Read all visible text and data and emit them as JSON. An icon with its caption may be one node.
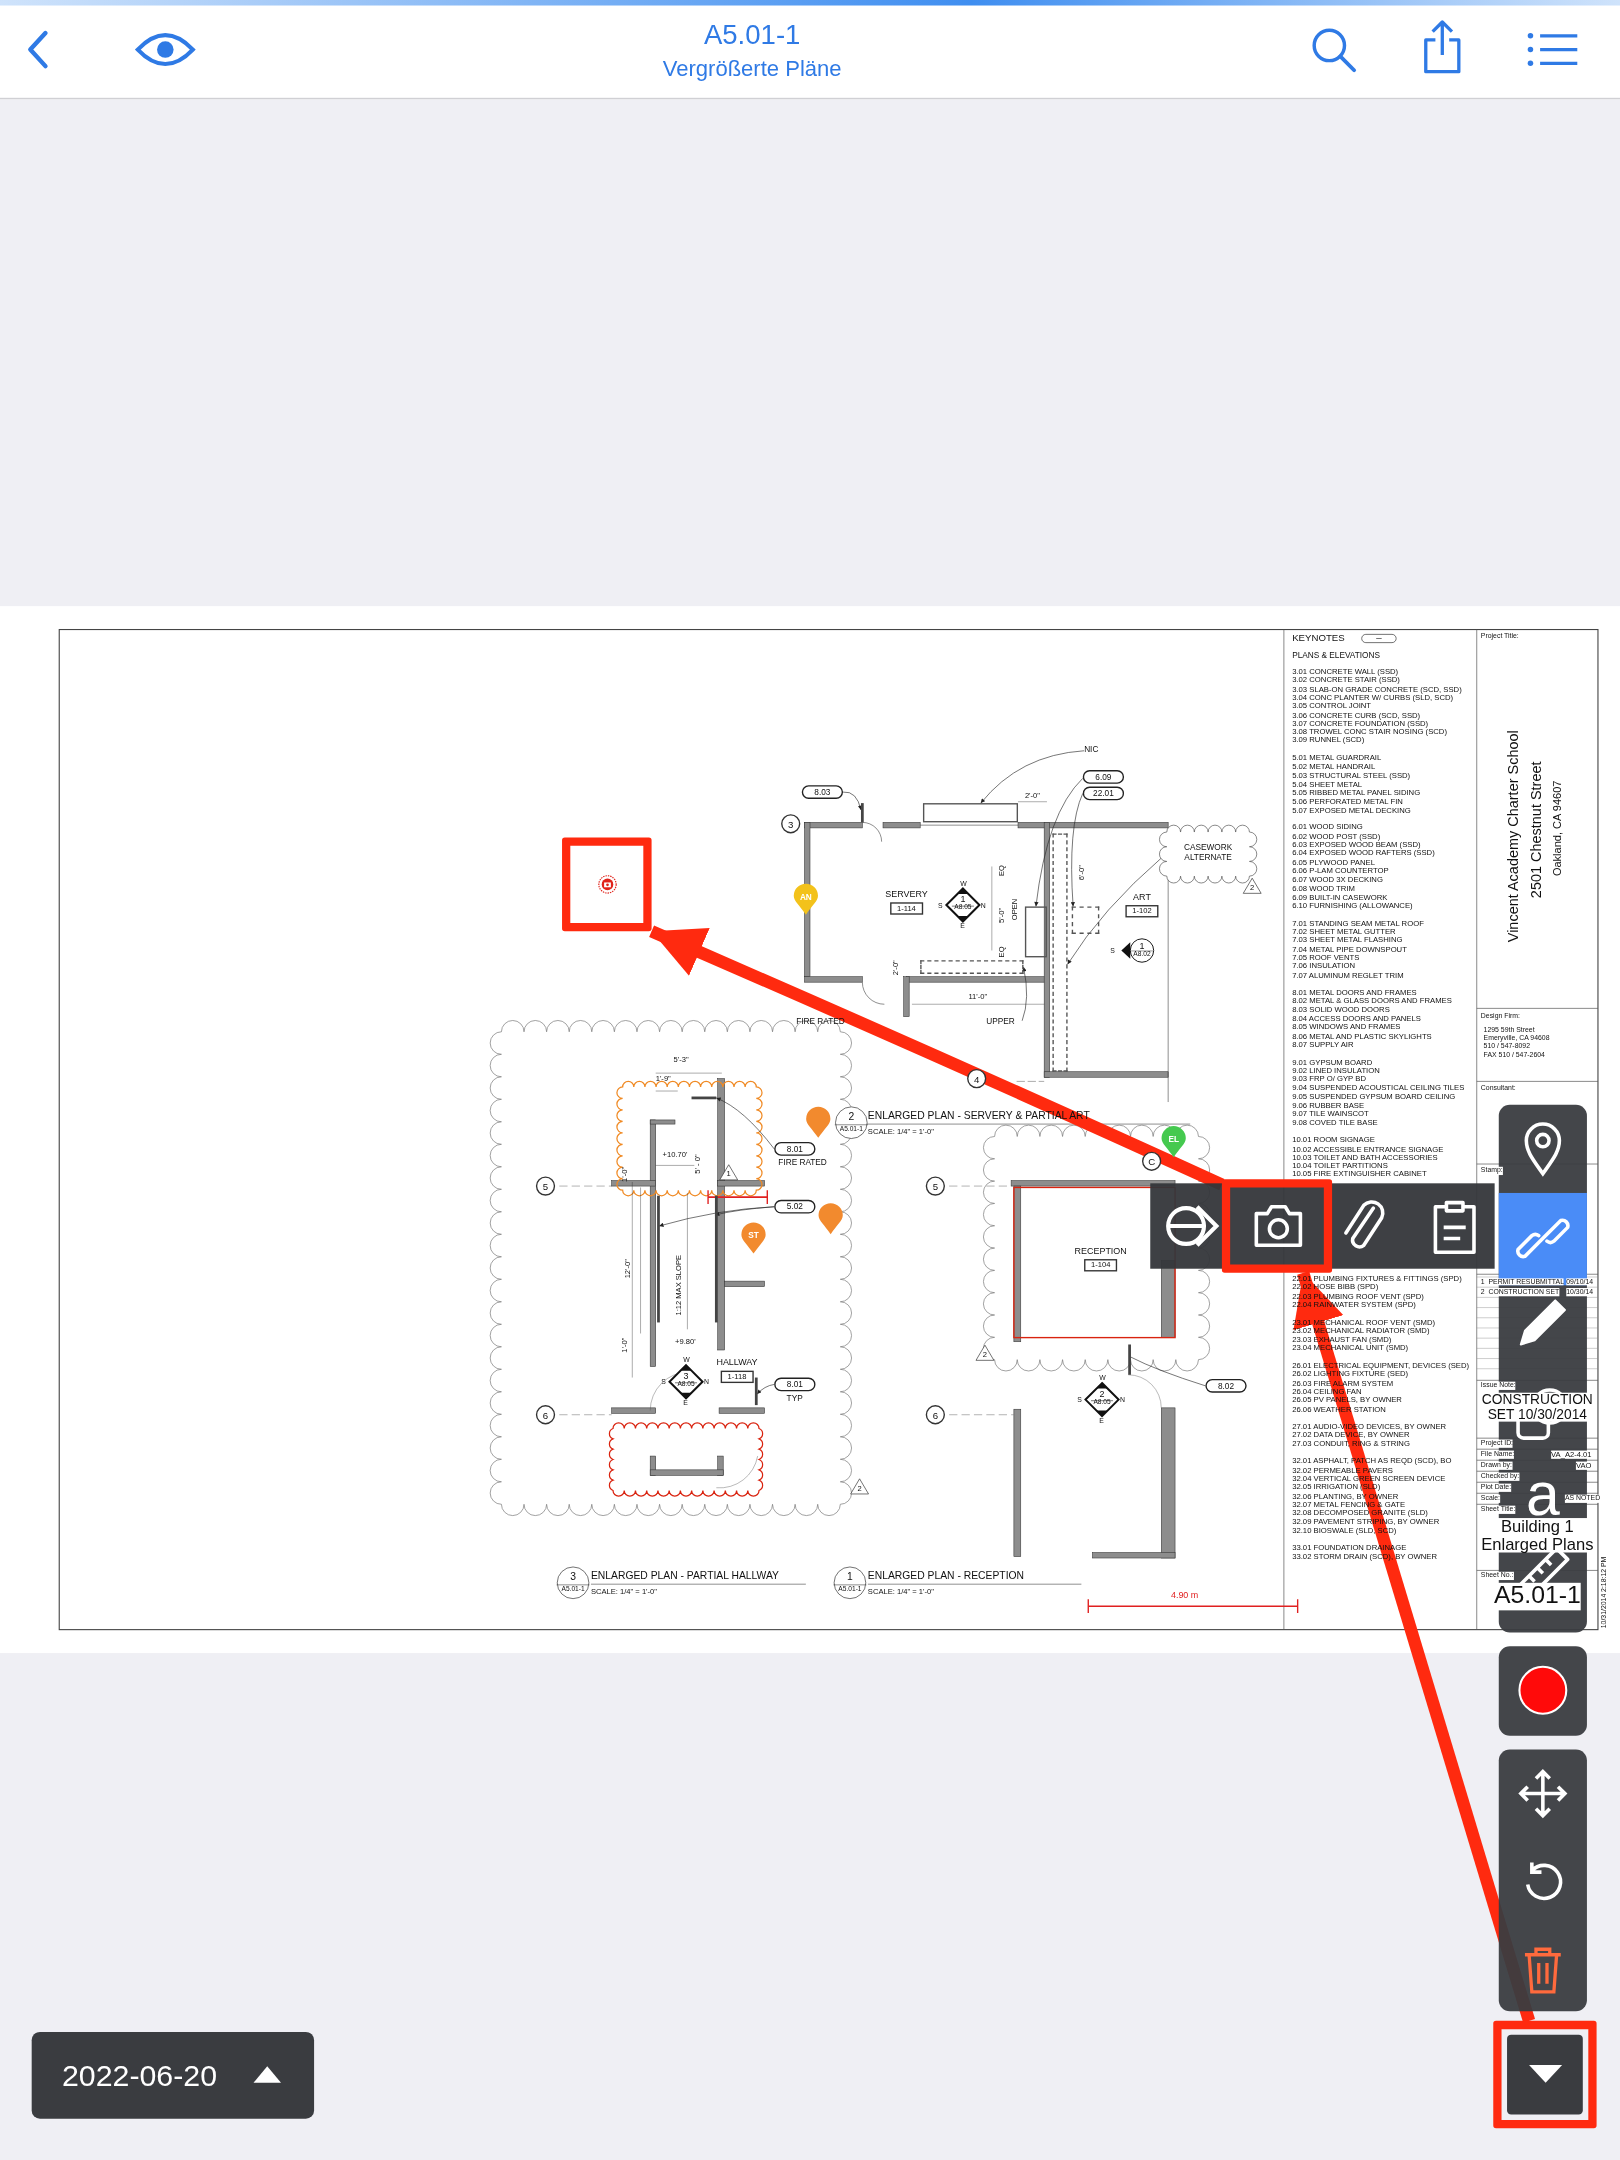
{
  "diagram": {
    "nodes": [
      {
        "text": [],
        "shape": "box"
      },
      {
        "text": [],
        "shape": "box"
      },
      {
        "text": [],
        "shape": "box"
      },
      {
        "text": [
          "8.03"
        ]
      },
      {
        "text": [
          "NIC"
        ]
      },
      {
        "text": [
          "6.09"
        ]
      },
      {
        "text": [
          "22.01"
        ]
      },
      {
        "text": [
          "3"
        ]
      },
      {
        "text": [
          "AN"
        ]
      },
      {
        "text": [
          "SERVERY",
          "1-114"
        ]
      },
      {
        "text": [
          "1",
          "A8.05"
        ],
        "beside": [
          "W",
          "S",
          "N",
          "E"
        ]
      },
      {
        "text": [
          "ART",
          "1-102"
        ]
      },
      {
        "text": [
          "1",
          "A8.02"
        ],
        "beside": [
          "S"
        ]
      },
      {
        "text": [
          "CASEWORK ALTERNATE"
        ]
      },
      {
        "text": [
          "2"
        ]
      },
      {
        "text": [
          "UPPER"
        ]
      },
      {
        "text": [
          "4"
        ]
      },
      {
        "text": [
          "2",
          "A5.01-1"
        ]
      },
      {
        "text": [],
        "shape": "pin"
      },
      {
        "text": [
          "5"
        ]
      },
      {
        "text": [
          "8.01"
        ],
        "beside": [
          "FIRE RATED"
        ]
      },
      {
        "text": [
          "1"
        ]
      },
      {
        "text": [
          "5.02"
        ]
      },
      {
        "text": [],
        "shape": "pin"
      },
      {
        "text": [
          "ST"
        ]
      },
      {
        "text": [
          "5"
        ]
      },
      {
        "text": [
          "EL"
        ]
      },
      {
        "text": [
          "C"
        ]
      },
      {
        "text": [
          "RECEPTION",
          "1-104"
        ]
      },
      {
        "text": [
          "2"
        ]
      },
      {
        "text": [
          "2",
          "A8.05"
        ],
        "beside": [
          "W",
          "S",
          "N",
          "E"
        ]
      },
      {
        "text": [
          "8.02"
        ]
      },
      {
        "text": [
          "HALLWAY",
          "1-118"
        ]
      },
      {
        "text": [
          "3",
          "A8.05"
        ],
        "beside": [
          "W",
          "S",
          "N",
          "E"
        ]
      },
      {
        "text": [
          "8.01"
        ],
        "beside": [
          "TYP"
        ]
      },
      {
        "text": [
          "6"
        ]
      },
      {
        "text": [
          "6"
        ]
      },
      {
        "text": [
          "2"
        ]
      },
      {
        "text": [
          "3",
          "A5.01-1"
        ]
      },
      {
        "text": [
          "1",
          "A5.01-1"
        ]
      },
      {
        "text": [],
        "shape": "bar"
      },
      {
        "text": [],
        "shape": "box"
      },
      {
        "text": [],
        "shape": "box"
      },
      {
        "text": [],
        "shape": "box"
      },
      {
        "text": [],
        "shape": "box"
      },
      {
        "text": [],
        "shape": "box"
      },
      {
        "text": [],
        "shape": "bar"
      },
      {
        "text": [],
        "shape": "bar"
      },
      {
        "text": [],
        "shape": "bar"
      },
      {
        "text": [],
        "shape": "bar"
      },
      {
        "text": [],
        "shape": "bar"
      }
    ],
    "edges": [
      {
        "from": 1,
        "to": 0,
        "arrow": "to",
        "style": "thick",
        "color": "#ff2a0f"
      },
      {
        "from": 2,
        "to": 1,
        "arrow": "to",
        "style": "thick",
        "color": "#ff2a0f"
      },
      {
        "from": 3,
        "to": 40,
        "arrow": "to"
      },
      {
        "from": 4,
        "to": 41,
        "arrow": "to"
      },
      {
        "from": 5,
        "to": 42,
        "arrow": "to"
      },
      {
        "from": 6,
        "to": 43,
        "arrow": "to"
      },
      {
        "from": 13,
        "to": 44,
        "arrow": "to"
      },
      {
        "from": 15,
        "to": 45,
        "arrow": "to"
      },
      {
        "from": 20,
        "to": 46,
        "arrow": "to"
      },
      {
        "from": 22,
        "to": 47,
        "arrow": "to"
      },
      {
        "from": 22,
        "to": 48,
        "arrow": "to"
      },
      {
        "from": 34,
        "to": 49,
        "arrow": "to"
      },
      {
        "from": 31,
        "to": 50,
        "arrow": "none"
      }
    ],
    "labels": [
      "A5.01-1",
      "Vergrößerte Pläne",
      "2'-0\"",
      "FIRE RATED",
      "EQ",
      "5'-0\"",
      "OPEN",
      "EQ",
      "2'-0\"",
      "11'-0\"",
      "6'-0\"",
      "ENLARGED PLAN - SERVERY & PARTIAL ART",
      "SCALE: 1/4\" = 1'-0\"",
      "5'-3\"",
      "1'-9\"",
      "+10.70'",
      "5' - 0\"",
      "1'-0\"",
      "12'-0\"",
      "1:12 MAX SLOPE",
      "+9.80'",
      "1'-0\"",
      "ENLARGED PLAN - PARTIAL HALLWAY",
      "SCALE: 1/4\" = 1'-0\"",
      "ENLARGED PLAN - RECEPTION",
      "SCALE: 1/4\" = 1'-0\"",
      "4.90 m",
      "KEYNOTES",
      "PLANS & ELEVATIONS",
      "3.01 CONCRETE WALL (SSD)",
      "3.02 CONCRETE STAIR (SSD)",
      "3.03 SLAB-ON GRADE CONCRETE (SCD, SSD)",
      "3.04 CONC PLANTER W/ CURBS (SLD, SCD)",
      "3.05 CONTROL JOINT",
      "3.06 CONCRETE CURB (SCD, SSD)",
      "3.07 CONCRETE FOUNDATION (SSD)",
      "3.08 TROWEL CONC STAIR NOSING (SCD)",
      "3.09 RUNNEL (SCD)",
      "5.01 METAL GUARDRAIL",
      "5.02 METAL HANDRAIL",
      "5.03 STRUCTURAL STEEL (SSD)",
      "5.04 SHEET METAL",
      "5.05 RIBBED METAL PANEL SIDING",
      "5.06 PERFORATED METAL FIN",
      "5.07 EXPOSED METAL DECKING",
      "6.01 WOOD SIDING",
      "6.02 WOOD POST (SSD)",
      "6.03 EXPOSED WOOD BEAM (SSD)",
      "6.04 EXPOSED WOOD RAFTERS (SSD)",
      "6.05 PLYWOOD PANEL",
      "6.06 P-LAM COUNTERTOP",
      "6.07 WOOD 3X DECKING",
      "6.08 WOOD TRIM",
      "6.09 BUILT-IN CASEWORK",
      "6.10 FURNISHING (ALLOWANCE)",
      "7.01 STANDING SEAM METAL ROOF",
      "7.02 SHEET METAL GUTTER",
      "7.03 SHEET METAL FLASHING",
      "7.04 METAL PIPE DOWNSPOUT",
      "7.05 ROOF VENTS",
      "7.06 INSULATION",
      "7.07 ALUMINUM REGLET TRIM",
      "8.01 METAL DOORS AND FRAMES",
      "8.02 METAL & GLASS DOORS AND FRAMES",
      "8.03 SOLID WOOD DOORS",
      "8.04 ACCESS DOORS AND PANELS",
      "8.05 WINDOWS AND FRAMES",
      "8.06 METAL AND PLASTIC SKYLIGHTS",
      "8.07 SUPPLY AIR",
      "9.01 GYPSUM BOARD",
      "9.02 LINED INSULATION",
      "9.03 FRP O/ GYP BD",
      "9.04 SUSPENDED ACOUSTICAL CEILING TILES",
      "9.05 SUSPENDED GYPSUM BOARD CEILING",
      "9.06 RUBBER BASE",
      "9.07 TILE WAINSCOT",
      "9.08 COVED TILE BASE",
      "10.01 ROOM SIGNAGE",
      "10.02 ACCESSIBLE ENTRANCE SIGNAGE",
      "10.03 TOILET AND BATH ACCESSORIES",
      "10.04 TOILET PARTITIONS",
      "10.05 FIRE EXTINGUISHER CABINET",
      "22.01 PLUMBING FIXTURES & FITTINGS (SPD)",
      "22.02 HOSE BIBB (SPD)",
      "22.03 PLUMBING ROOF VENT (SPD)",
      "22.04 RAINWATER SYSTEM (SPD)",
      "23.01 MECHANICAL ROOF VENT (SMD)",
      "23.02 MECHANICAL RADIATOR (SMD)",
      "23.03 EXHAUST FAN (SMD)",
      "23.04 MECHANICAL UNIT (SMD)",
      "26.01 ELECTRICAL EQUIPMENT, DEVICES (SED)",
      "26.02 LIGHTING FIXTURE (SED)",
      "26.03 FIRE ALARM SYSTEM",
      "26.04 CEILING FAN",
      "26.05 PV PANELS, BY OWNER",
      "26.06 WEATHER STATION",
      "27.01 AUDIO-VIDEO DEVICES, BY OWNER",
      "27.02 DATA DEVICE, BY OWNER",
      "27.03 CONDUIT, RING & STRING",
      "32.01 ASPHALT, PATCH AS REQD (SCD), BO",
      "32.02 PERMEABLE PAVERS",
      "32.04 VERTICAL GREEN SCREEN DEVICE",
      "32.05 IRRIGATION (SLD)",
      "32.06 PLANTING, BY OWNER",
      "32.07 METAL FENCING & GATE",
      "32.08 DECOMPOSED GRANITE (SLD)",
      "32.09 PAVEMENT STRIPING, BY OWNER",
      "32.10 BIOSWALE (SLD, SCD)",
      "33.01 FOUNDATION DRAINAGE",
      "33.02 STORM DRAIN (SCD), BY OWNER",
      "Project Title:",
      "Vincent Academy Charter School",
      "2501 Chestnut Street",
      "Oakland, CA 94607",
      "Design Firm:",
      "1295 59th Street",
      "Emeryville, CA 94608",
      "510 / 547-8092",
      "FAX 510 / 547-2604",
      "Consultant:",
      "Stamp:",
      "1",
      "PERMIT RESUBMITTAL",
      "09/10/14",
      "2",
      "CONSTRUCTION SET",
      "10/30/14",
      "Issue Note:",
      "CONSTRUCTION SET 10/30/2014",
      "Project ID:",
      "File Name:",
      "VA_A2-4.01",
      "Drawn by:",
      "VAO",
      "Checked by:",
      "Plot Date:",
      "Scale:",
      "AS NOTED",
      "Sheet Title:",
      "Building 1 Enlarged Plans",
      "Sheet No.:",
      "A5.01-1",
      "10/31/2014 2:18:12 PM",
      "a",
      "2022-06-20"
    ]
  }
}
